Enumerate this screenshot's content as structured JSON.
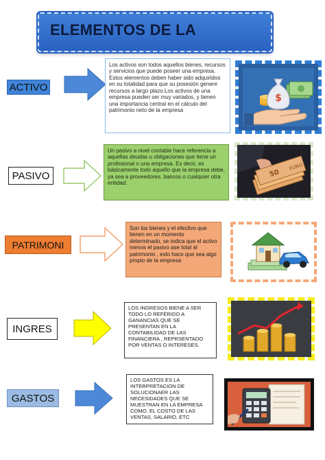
{
  "title": "ELEMENTOS DE LA",
  "rows": {
    "activo": {
      "label": "ACTIVO",
      "description": "Los activos son todos aquellos bienes, recursos y servicios que puede poseer una empresa. Estos elementos deben haber sido adquiridos en su totalidad para que su posesión genere recursos a largo plazo.Los activos de una empresa pueden ser muy variados, y tienen una importancia central en el cálculo del patrimonio neto de la empresa",
      "icon": "money-bag-hand-icon"
    },
    "pasivo": {
      "label": "PASIVO",
      "description": "Un pasivo a nivel contable hace referencia a aquellas deudas u obligaciones que tiene un profesional o una empresa. Es decir, es básicamente todo aquello que la empresa debe, ya sea a proveedores, bancos o cualquier otra entidad.",
      "icon": "banknotes-hand-icon"
    },
    "patrimoni": {
      "label": "PATRIMONI",
      "description": "Son los bienes y el efectivo que tienen en un momento determinado, se indica que el activo menos el pasivo ase total al patrimonio , esto hace que sea algo propio de la empresa",
      "icon": "house-car-icon"
    },
    "ingres": {
      "label": "INGRES",
      "description": "LOS INGRESOS BIENE A SER TODO LO REFERIDO A GANANCIAS QUE SE PRESENTAN EN LA CONTABILIDAD DE LAS FINANCIERA , REPRSENTADO POR VENTAS O INTERESES.",
      "icon": "coins-growth-chart-icon"
    },
    "gastos": {
      "label": "GASTOS",
      "description": "LOS GASTOS ES LA INTERPRETACION DE SOLUCIONAER LAS NECESIDADES QUE SE MUESTRAN EN LA EMPRESA COMO. EL COSTO DE LAS VENTAS, SALARIO, ETC",
      "icon": "calculator-bills-icon"
    }
  },
  "colors": {
    "banner": "#2a62c2",
    "activo_label": "#3f84d8",
    "pasivo_box": "#9bd06c",
    "patrimoni_label": "#ee7d31",
    "patrimoni_box": "#f4a878",
    "gastos_label": "#9bbbe2",
    "ingres_arrow": "#ffff00"
  }
}
